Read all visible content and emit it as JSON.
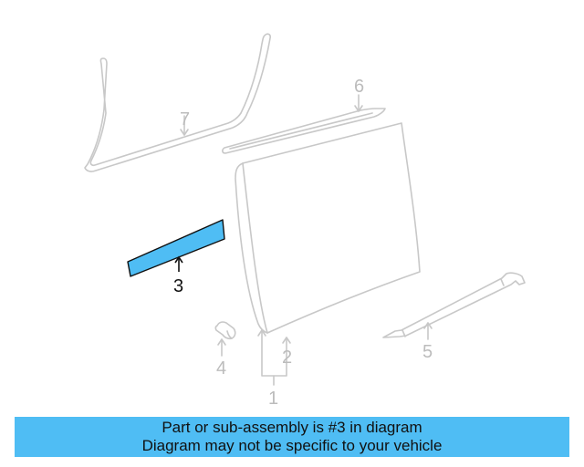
{
  "diagram": {
    "highlight_color": "#4fbdf4",
    "line_color": "#c8c8c8",
    "callouts": [
      {
        "number": "1",
        "part": "door-shell-assembly"
      },
      {
        "number": "2",
        "part": "door-shell"
      },
      {
        "number": "3",
        "part": "body-side-molding",
        "highlighted": true
      },
      {
        "number": "4",
        "part": "clip"
      },
      {
        "number": "5",
        "part": "lower-molding"
      },
      {
        "number": "6",
        "part": "belt-molding"
      },
      {
        "number": "7",
        "part": "weatherstrip"
      }
    ],
    "labels": {
      "l1": "1",
      "l2": "2",
      "l3": "3",
      "l4": "4",
      "l5": "5",
      "l6": "6",
      "l7": "7"
    }
  },
  "caption": {
    "line1": "Part or sub-assembly is #3 in diagram",
    "line2": "Diagram may not be specific to your vehicle",
    "background": "#4fbdf4"
  }
}
